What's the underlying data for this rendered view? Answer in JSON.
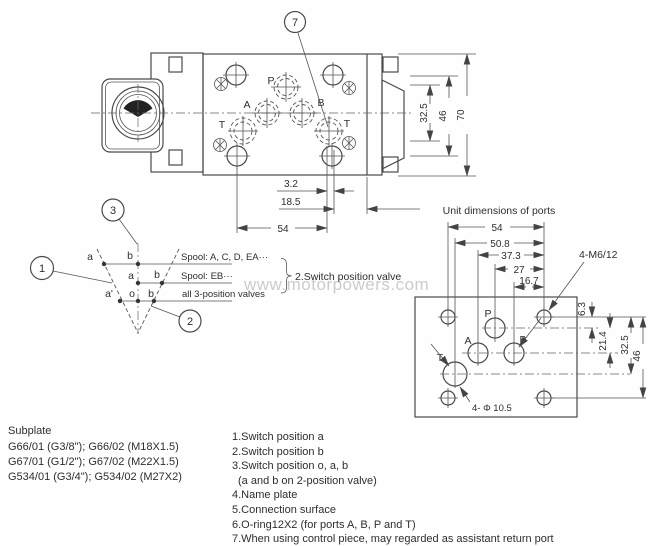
{
  "watermark": "www.motorpowers.com",
  "top_view": {
    "callout": "7",
    "ports": {
      "p": "P",
      "a": "A",
      "b": "B",
      "t1": "T",
      "t2": "T"
    },
    "dims": {
      "right": [
        "32.5",
        "46",
        "70"
      ],
      "bottom": [
        "3.2",
        "18.5",
        "54"
      ]
    }
  },
  "switch_diagram": {
    "callouts": {
      "c1": "1",
      "c2": "2",
      "c3": "3"
    },
    "rows": [
      {
        "a": "a",
        "b": "b",
        "text": "Spool: A, C, D, EA···"
      },
      {
        "a": "a",
        "b": "b",
        "text": "Spool: EB···"
      },
      {
        "a": "a'",
        "o": "o",
        "b": "b",
        "text": "all 3-position valves"
      }
    ],
    "brace_label": "2.Switch position valve"
  },
  "port_diagram": {
    "title": "Unit dimensions of ports",
    "dims_top": [
      "54",
      "50.8",
      "37.3",
      "27",
      "16.7"
    ],
    "dims_right": [
      "6.3",
      "21.4",
      "32.5",
      "46"
    ],
    "thread_label": "4-M6/12",
    "hole_label": "4- Φ 10.5",
    "ports": {
      "p": "P",
      "a": "A",
      "b": "B",
      "t": "T"
    }
  },
  "subplate": {
    "title": "Subplate",
    "lines": [
      "G66/01 (G3/8\");  G66/02 (M18X1.5)",
      "G67/01 (G1/2\");  G67/02 (M22X1.5)",
      "G534/01 (G3/4\"); G534/02 (M27X2)"
    ]
  },
  "legend": {
    "items": [
      "1.Switch position a",
      "2.Switch position b",
      "3.Switch position o, a, b",
      "(a and b on 2-position valve)",
      "4.Name plate",
      "5.Connection surface",
      "6.O-ring12X2 (for ports A, B, P and T)",
      "7.When using control piece, may regarded as assistant return port"
    ]
  }
}
